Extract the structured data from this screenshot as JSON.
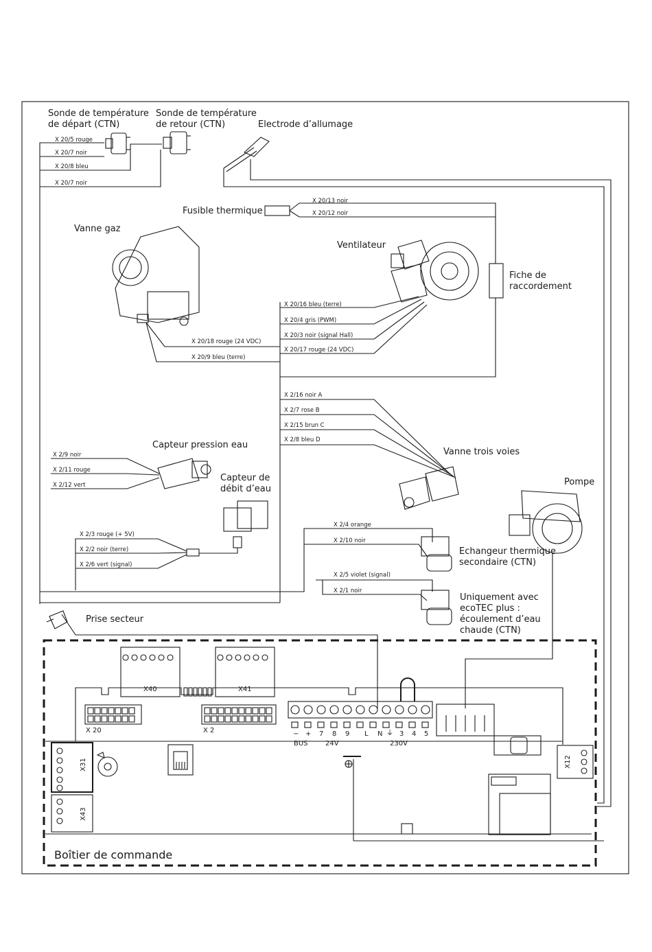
{
  "labels": {
    "sonde_depart": "Sonde de température de départ (CTN)",
    "sonde_retour": "Sonde de température de retour (CTN)",
    "electrode": "Electrode d’allumage",
    "fusible": "Fusible thermique",
    "vanne_gaz": "Vanne gaz",
    "ventilateur": "Ventilateur",
    "fiche": "Fiche de raccordement",
    "capteur_pression": "Capteur pression eau",
    "capteur_debit": "Capteur de débit d’eau",
    "vanne_trois_voies": "Vanne trois voies",
    "pompe": "Pompe",
    "echangeur": "Echangeur thermique secondaire (CTN)",
    "uniquement": "Uniquement avec ecoTEC plus : écoulement d’eau chaude (CTN)",
    "prise_secteur": "Prise secteur",
    "boitier": "Boîtier de commande"
  },
  "wires": {
    "w1": "X 20/5 rouge",
    "w2": "X 20/7 noir",
    "w3": "X 20/8 bleu",
    "w4": "X 20/7 noir",
    "w5": "X 20/13 noir",
    "w6": "X 20/12 noir",
    "w7": "X 20/16 bleu (terre)",
    "w8": "X 20/4 gris (PWM)",
    "w9": "X 20/3 noir (signal Hall)",
    "w10": "X 20/17 rouge (24 VDC)",
    "w11": "X 20/18 rouge (24 VDC)",
    "w12": "X 20/9 bleu (terre)",
    "w13": "X 2/16 noir A",
    "w14": "X 2/7 rose B",
    "w15": "X 2/15 brun C",
    "w16": "X 2/8 bleu D",
    "w17": "X 2/9 noir",
    "w18": "X 2/11 rouge",
    "w19": "X 2/12 vert",
    "w20": "X 2/3 rouge (+ 5V)",
    "w21": "X 2/2 noir (terre)",
    "w22": "X 2/6 vert (signal)",
    "w23": "X 2/4 orange",
    "w24": "X 2/10  noir",
    "w25": "X 2/5 violet (signal)",
    "w26": "X 2/1  noir"
  },
  "board": {
    "x40": "X40",
    "x41": "X41",
    "x20": "X 20",
    "x2": "X 2",
    "x31": "X31",
    "x43": "X43",
    "x12": "X12",
    "bus": "BUS",
    "v24": "24V",
    "v230": "230V",
    "pins": [
      "−",
      "+",
      "7",
      "8",
      "9",
      "L",
      "N",
      "⏚",
      "3",
      "4",
      "5"
    ]
  }
}
